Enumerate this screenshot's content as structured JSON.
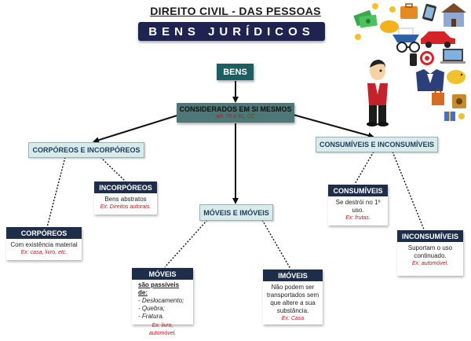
{
  "header": {
    "title": "DIREITO CIVIL - DAS PESSOAS",
    "banner": "BENS JURÍDICOS"
  },
  "root": {
    "label": "BENS"
  },
  "considerados": {
    "title": "CONSIDERADOS EM SI MESMOS",
    "subtitle": "art. 79 a 91, CC"
  },
  "categories": {
    "corporeos_incorporeos": "CORPÓREOS E INCORPÓREOS",
    "moveis_imoveis": "MÓVEIS E IMÓVEIS",
    "consumiveis_inconsumiveis": "CONSUMÍVEIS E INCONSUMÍVEIS"
  },
  "incorporeos": {
    "title": "INCORPÓREOS",
    "text": "Bens abstratos",
    "example": "Ex: Direitos autorais."
  },
  "corporeos": {
    "title": "CORPÓREOS",
    "text": "Com existência material",
    "example": "Ex: casa, livro, etc."
  },
  "moveis": {
    "title": "MÓVEIS",
    "subtitle": "são passíveis de:",
    "items": [
      "- Deslocamento;",
      "- Quebra;",
      "- Fratura."
    ],
    "example": "Ex: livro, automóvel."
  },
  "imoveis": {
    "title": "IMÓVEIS",
    "text": "Não podem ser transportados sem que altere a sua substância.",
    "example": "Ex: Casa"
  },
  "consumiveis": {
    "title": "CONSUMÍVEIS",
    "text": "Se destrói no 1º uso.",
    "example": "Ex: frutas."
  },
  "inconsumiveis": {
    "title": "INCONSUMÍVEIS",
    "text": "Suportam o uso continuado.",
    "example": "Ex: automóvel."
  },
  "colors": {
    "banner": "#1e2350",
    "root": "#1e5d60",
    "considerados": "#4e7778",
    "category_fill": "#d8eaea",
    "box_header": "#1e2e4a",
    "example_red": "#b51b1b"
  }
}
